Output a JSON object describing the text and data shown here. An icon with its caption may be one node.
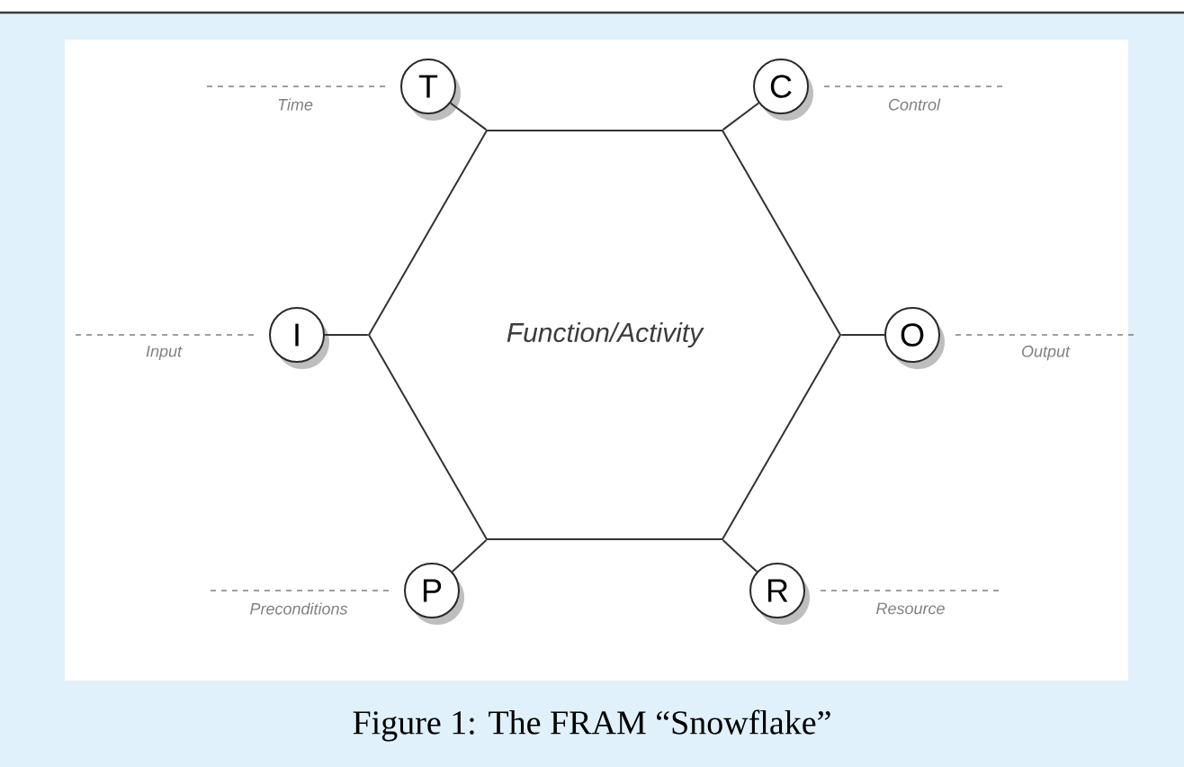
{
  "diagram": {
    "caption": "Figure 1: The FRAM “Snowflake”",
    "nodes": [
      {
        "text": [
          "Function/Activity"
        ]
      },
      {
        "text": [
          "T"
        ]
      },
      {
        "text": [
          "C"
        ]
      },
      {
        "text": [
          "I"
        ]
      },
      {
        "text": [
          "O"
        ]
      },
      {
        "text": [
          "P"
        ]
      },
      {
        "text": [
          "R"
        ]
      }
    ],
    "edges": [
      {
        "from": 0,
        "to": 1,
        "arrow": "none"
      },
      {
        "from": 0,
        "to": 2,
        "arrow": "none"
      },
      {
        "from": 0,
        "to": 3,
        "arrow": "none"
      },
      {
        "from": 0,
        "to": 4,
        "arrow": "none"
      },
      {
        "from": 0,
        "to": 5,
        "arrow": "none"
      },
      {
        "from": 0,
        "to": 6,
        "arrow": "none"
      }
    ],
    "labels": [
      "Time",
      "Control",
      "Input",
      "Output",
      "Preconditions",
      "Resource"
    ]
  }
}
